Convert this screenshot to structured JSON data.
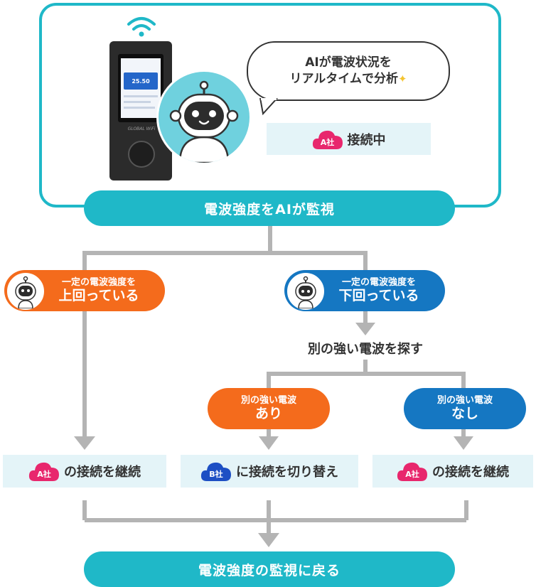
{
  "top": {
    "speech_line1": "AIが電波状況を",
    "speech_line2": "リアルタイムで分析",
    "connection_company": "A社",
    "connection_status": "接続中",
    "device_brand": "GLOBAL WiFi",
    "device_speed": "25.50",
    "banner": "電波強度をAIが監視"
  },
  "branch_above": {
    "line1": "一定の電波強度を",
    "line2": "上回っている"
  },
  "branch_below": {
    "line1": "一定の電波強度を",
    "line2": "下回っている"
  },
  "search_step": "別の強い電波を探す",
  "found_yes": {
    "line1": "別の強い電波",
    "line2": "あり"
  },
  "found_no": {
    "line1": "別の強い電波",
    "line2": "なし"
  },
  "results": [
    {
      "company": "A社",
      "text": "の接続を継続",
      "color": "#e8276d"
    },
    {
      "company": "B社",
      "text": "に接続を切り替え",
      "color": "#1d4fc4"
    },
    {
      "company": "A社",
      "text": "の接続を継続",
      "color": "#e8276d"
    }
  ],
  "bottom_banner": "電波強度の監視に戻る",
  "colors": {
    "teal": "#1fb8c8",
    "orange": "#f46b1c",
    "blue": "#1577c2",
    "pink": "#e8276d",
    "navy": "#1d4fc4",
    "arrow": "#b4b4b4"
  }
}
